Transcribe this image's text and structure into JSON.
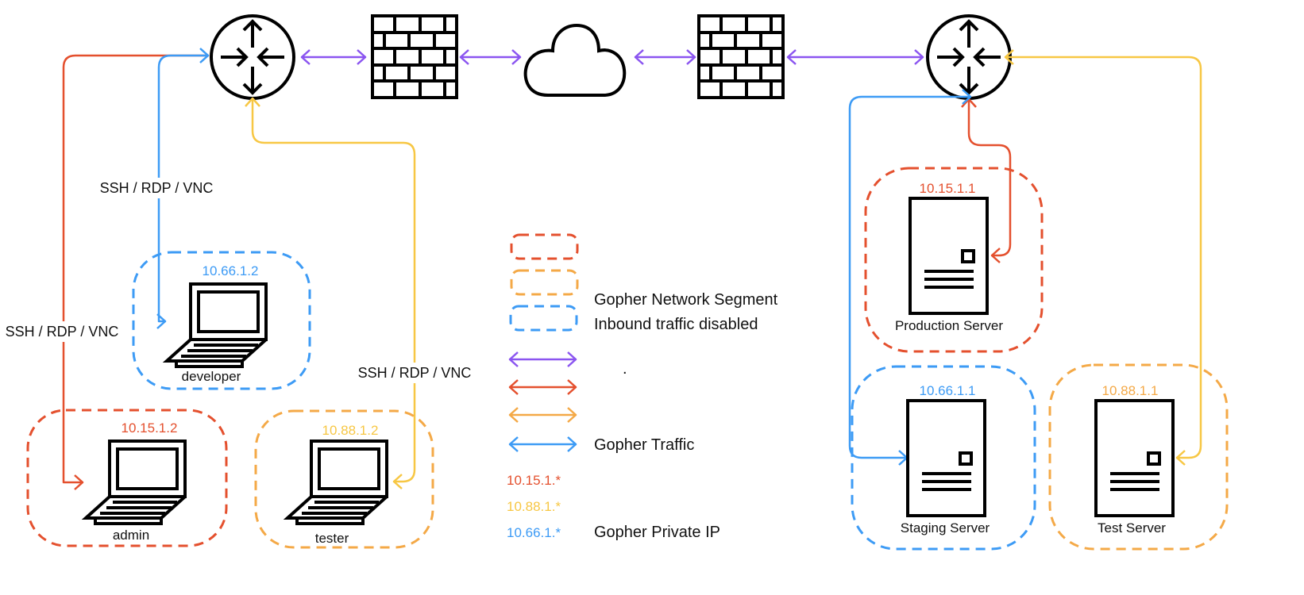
{
  "colors": {
    "red": "#E4502E",
    "orange": "#F4A947",
    "yellow": "#F7C744",
    "blue": "#3D9BF5",
    "purple": "#8B55F0",
    "black": "#000000"
  },
  "icons": [
    "router-icon",
    "firewall-icon",
    "cloud-icon",
    "laptop-icon",
    "server-icon"
  ],
  "clients": {
    "developer": {
      "ip": "10.66.1.2",
      "label": "developer"
    },
    "admin": {
      "ip": "10.15.1.2",
      "label": "admin"
    },
    "tester": {
      "ip": "10.88.1.2",
      "label": "tester"
    }
  },
  "servers": {
    "production": {
      "ip": "10.15.1.1",
      "label": "Production Server"
    },
    "staging": {
      "ip": "10.66.1.1",
      "label": "Staging Server"
    },
    "test": {
      "ip": "10.88.1.1",
      "label": "Test Server"
    }
  },
  "links": {
    "admin_protocol": "SSH / RDP / VNC",
    "developer_protocol": "SSH / RDP / VNC",
    "tester_protocol": "SSH / RDP / VNC"
  },
  "legend": {
    "segment_label_1": "Gopher Network Segment",
    "segment_label_2": "Inbound traffic disabled",
    "traffic_dot": ".",
    "traffic_label": "Gopher Traffic",
    "ip_ranges": [
      "10.15.1.*",
      "10.88.1.*",
      "10.66.1.*"
    ],
    "ip_label": "Gopher Private IP"
  }
}
